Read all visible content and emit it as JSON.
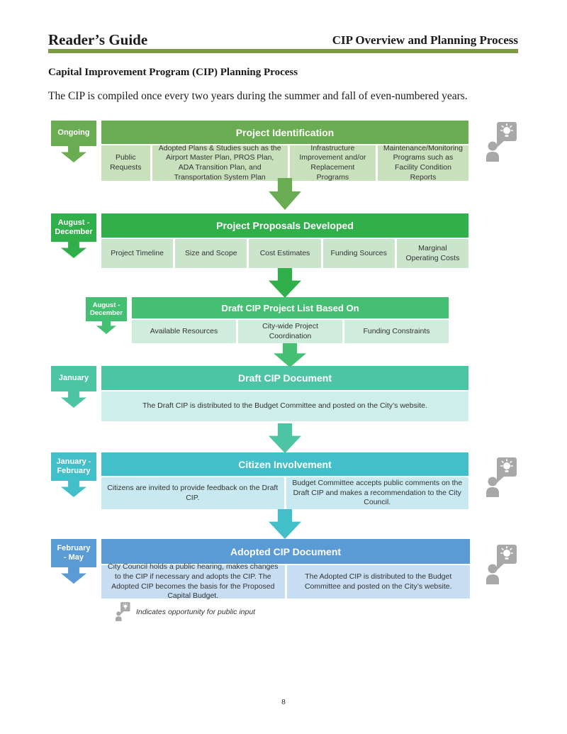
{
  "page": {
    "header_left": "Reader’s Guide",
    "header_right": "CIP Overview and Planning Process",
    "section_title": "Capital Improvement Program (CIP) Planning Process",
    "intro": "The CIP is compiled once every two years during the summer and fall of even-numbered years.",
    "page_number": "8",
    "rule_color": "#7a9b44"
  },
  "legend": {
    "icon": "person-speech-lightbulb-icon",
    "label": "Indicates opportunity for public input"
  },
  "stages": [
    {
      "timeframe": "Ongoing",
      "title": "Project Identification",
      "color": "#6aac51",
      "cell_color": "#c8e0bc",
      "icon": "person-speech-lightbulb-icon",
      "cells": [
        "Public Requests",
        "Adopted Plans & Studies such as the Airport Master Plan, PROS Plan, ADA Transition Plan, and Transportation System Plan",
        "Infrastructure Improvement and/or Replacement Programs",
        "Maintenance/Monitoring Programs such as Facility Condition Reports"
      ]
    },
    {
      "timeframe": "August -\nDecember",
      "title": "Project Proposals Developed",
      "color": "#31af4b",
      "cell_color": "#cbe5cc",
      "cells": [
        "Project Timeline",
        "Size and Scope",
        "Cost Estimates",
        "Funding Sources",
        "Marginal Operating Costs"
      ]
    },
    {
      "timeframe": "August -\nDecember",
      "title": "Draft CIP Project List Based On",
      "color": "#45c073",
      "cell_color": "#cfecdd",
      "cells": [
        "Available Resources",
        "City-wide Project Coordination",
        "Funding Constraints"
      ]
    },
    {
      "timeframe": "January",
      "title": "Draft CIP Document",
      "color": "#4dc5a5",
      "cell_color": "#cfeeea",
      "cells": [
        "The Draft CIP is distributed to the Budget Committee and posted on the City’s website."
      ]
    },
    {
      "timeframe": "January -\nFebruary",
      "title": "Citizen Involvement",
      "color": "#43bfc9",
      "cell_color": "#c9e9f0",
      "icon": "person-speech-lightbulb-icon",
      "cells": [
        "Citizens are invited to provide feedback on the Draft CIP.",
        "Budget Committee accepts public comments on the Draft CIP and makes a recommendation to the City Council."
      ]
    },
    {
      "timeframe": "February\n- May",
      "title": "Adopted CIP Document",
      "color": "#5b9bd5",
      "cell_color": "#c7ddf2",
      "icon": "person-speech-lightbulb-icon",
      "cells": [
        "City Council holds a public hearing, makes changes to the CIP if necessary and adopts the CIP. The Adopted CIP becomes the basis for the Proposed Capital Budget.",
        "The Adopted CIP is distributed to the Budget Committee and posted on the City’s website."
      ]
    }
  ]
}
